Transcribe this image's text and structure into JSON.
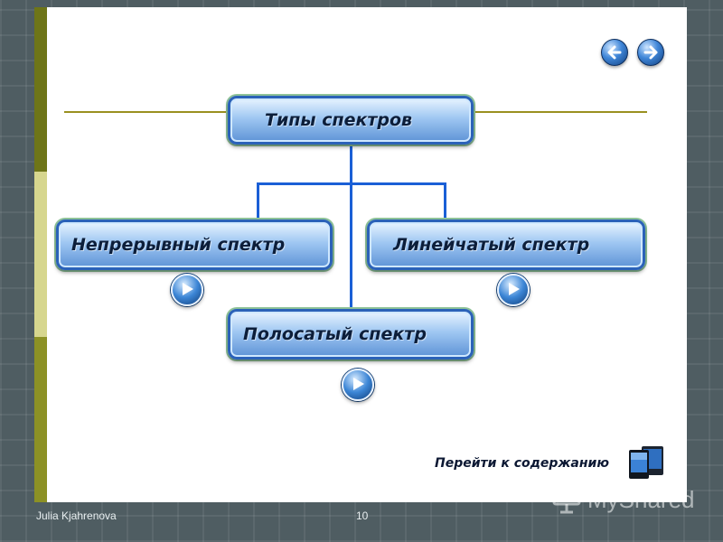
{
  "diagram": {
    "root": "Типы спектров",
    "children": {
      "continuous": "Непрерывный спектр",
      "line": "Линейчатый спектр",
      "band": "Полосатый спектр"
    }
  },
  "navigation": {
    "contents_link": "Перейти к содержанию",
    "icons": [
      "arrow-left-icon",
      "arrow-right-icon",
      "play-icon",
      "contents-icon"
    ]
  },
  "footer": {
    "author": "Julia Kjahrenova",
    "page_number": "10"
  },
  "watermark": {
    "text": "MyShared"
  },
  "colors": {
    "accent_blue": "#2b62b8",
    "connector_blue": "#1a5fd6",
    "sidebar_olive": "#6e7518"
  }
}
